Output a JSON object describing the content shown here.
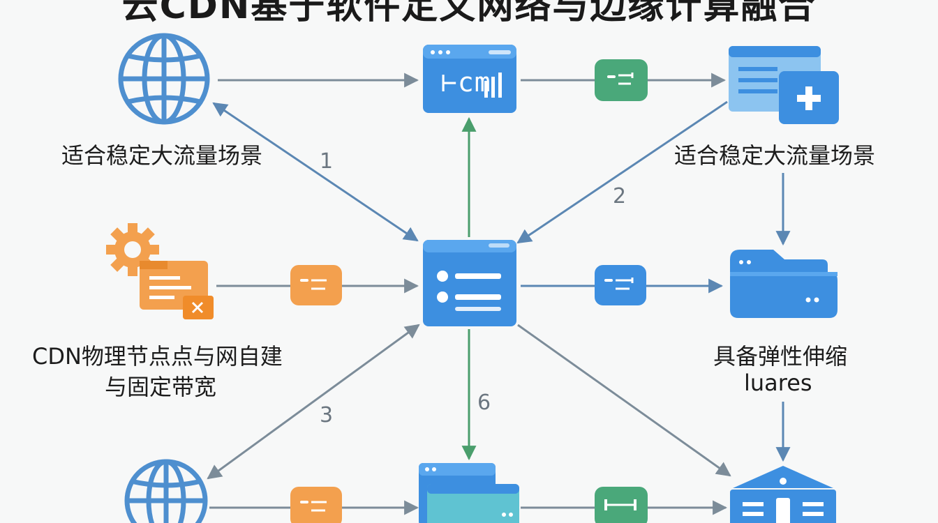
{
  "title": "云CDN基于软件定义网络与边缘计算融合",
  "labels": {
    "top_left": "适合稳定大流量场景",
    "top_right": "适合稳定大流量场景",
    "mid_left_line1": "CDN物理节点点与网自建",
    "mid_left_line2": "与固定带宽",
    "mid_right_line1": "具备弹性伸缩",
    "mid_right_line2": "luares"
  },
  "edge_numbers": {
    "n1": "1",
    "n2": "2",
    "n3": "3",
    "n6": "6"
  },
  "node_text": {
    "top_center_panel": "⊢cm"
  },
  "colors": {
    "blue": "#3d8fe0",
    "blue_light": "#5aa7ee",
    "green": "#4aa87a",
    "orange": "#f3a04e",
    "arrow_gray": "#7c8c99",
    "arrow_blue": "#5b87b3",
    "arrow_green": "#4a9e6c",
    "globe": "#4e8fcf"
  }
}
